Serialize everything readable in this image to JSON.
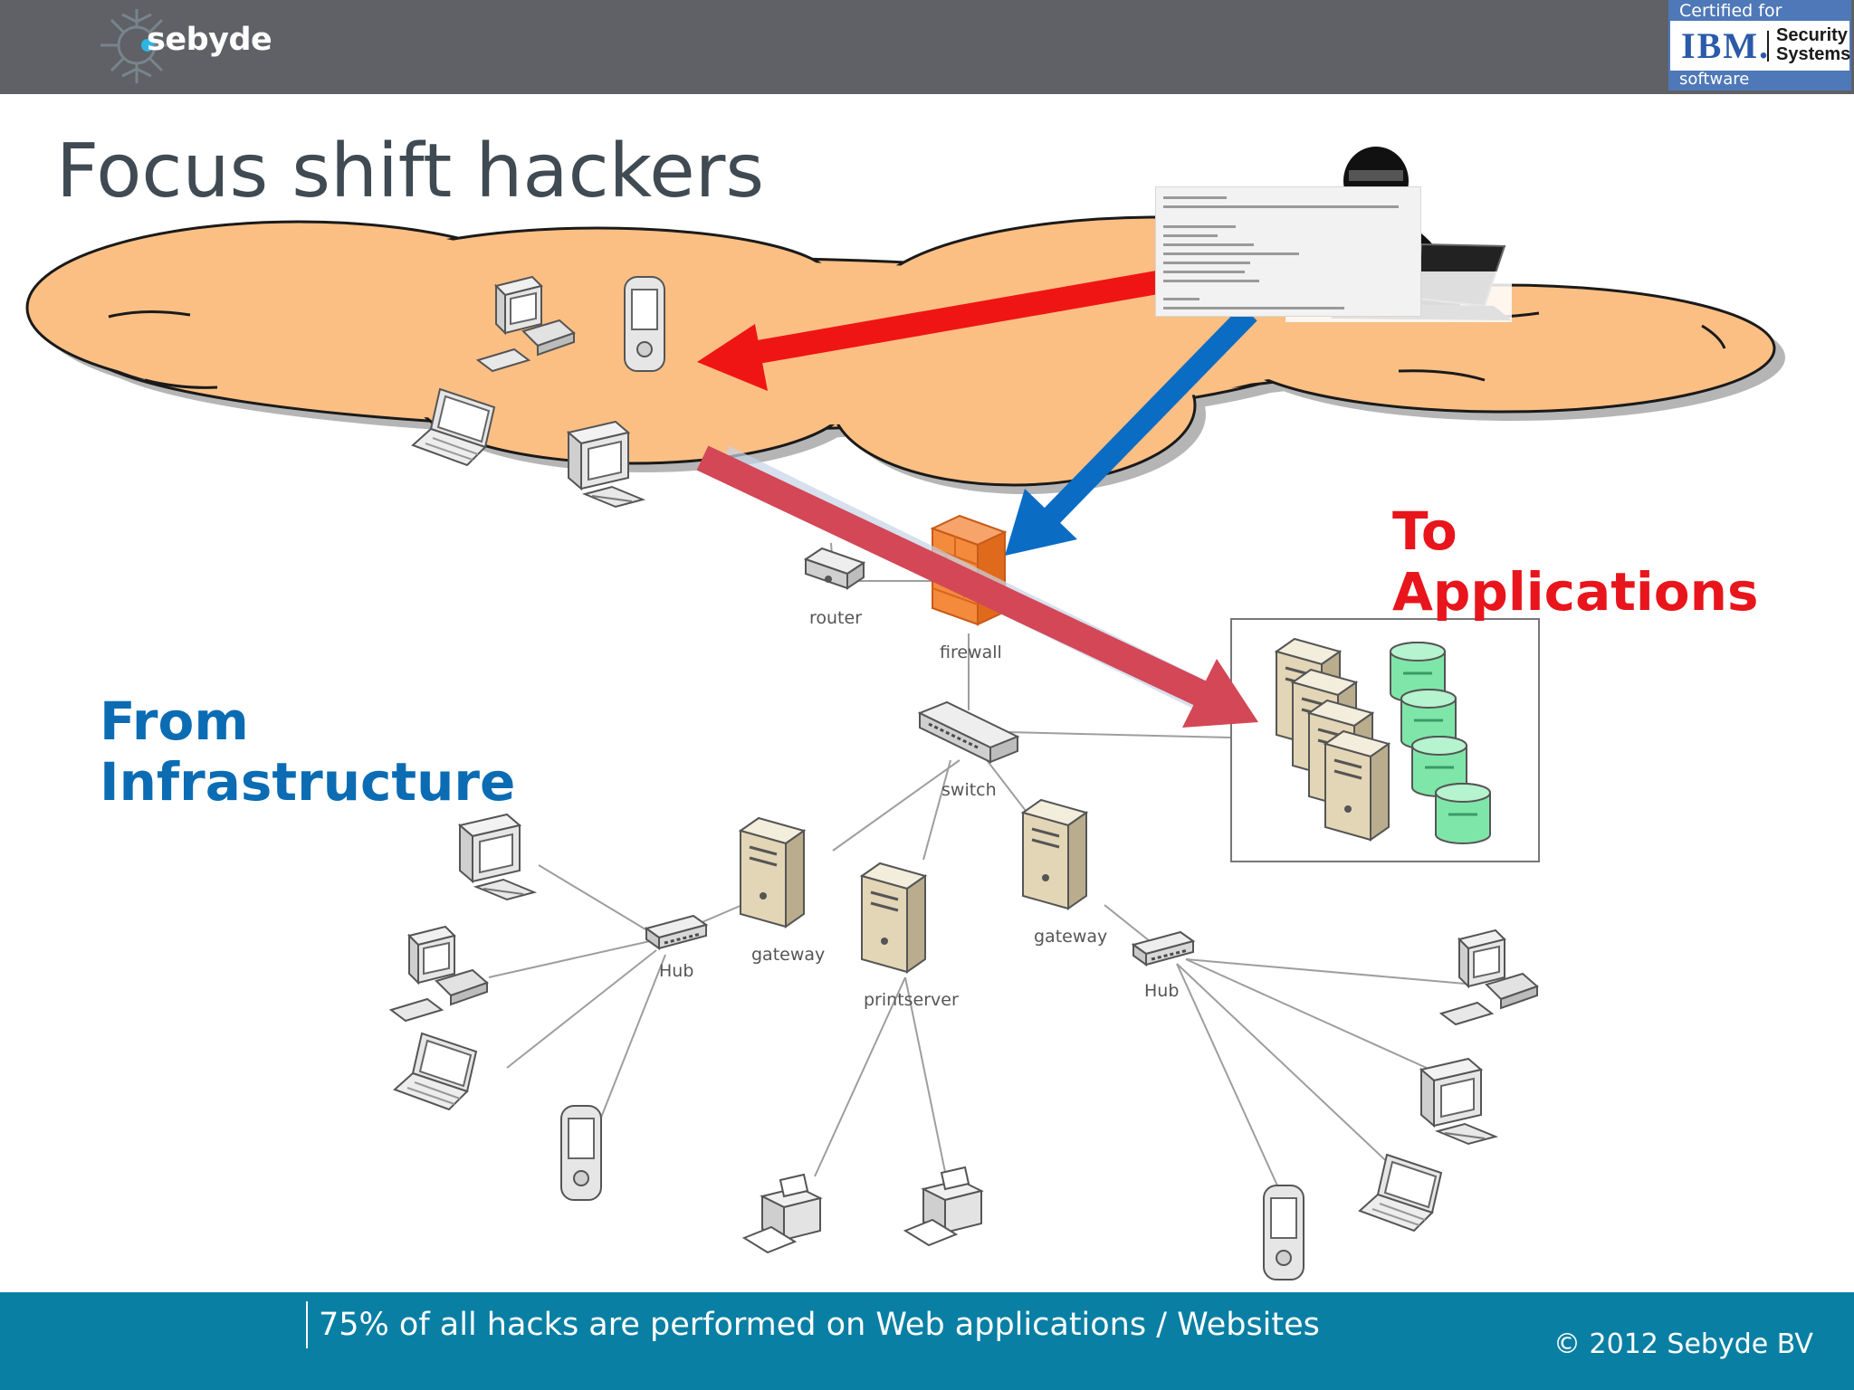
{
  "header": {
    "logo_text": "sebyde",
    "badge": {
      "certified": "Certified for",
      "brand": "IBM.",
      "product_line1": "Security",
      "product_line2": "Systems",
      "software": "software"
    }
  },
  "slide": {
    "title": "Focus shift hackers",
    "to_label_line1": "To",
    "to_label_line2": "Applications",
    "from_label_line1": "From",
    "from_label_line2": "Infrastructure"
  },
  "network_labels": {
    "router": "router",
    "firewall": "firewall",
    "switch": "switch",
    "gateway_left": "gateway",
    "gateway_right": "gateway",
    "printserver": "printserver",
    "hub_left": "Hub",
    "hub_right": "Hub"
  },
  "footer": {
    "statement": "75% of all hacks are performed on Web applications / Websites",
    "copyright": "©  2012 Sebyde BV"
  },
  "colors": {
    "header_bg": "#5f6166",
    "footer_bg": "#0a7fa4",
    "cloud_fill": "#fbbf84",
    "to_accent": "#e8151c",
    "from_accent": "#0b6cb3",
    "arrow_red": "#f01515",
    "arrow_blue": "#0b6cc4",
    "arrow_pink": "#d34757"
  }
}
